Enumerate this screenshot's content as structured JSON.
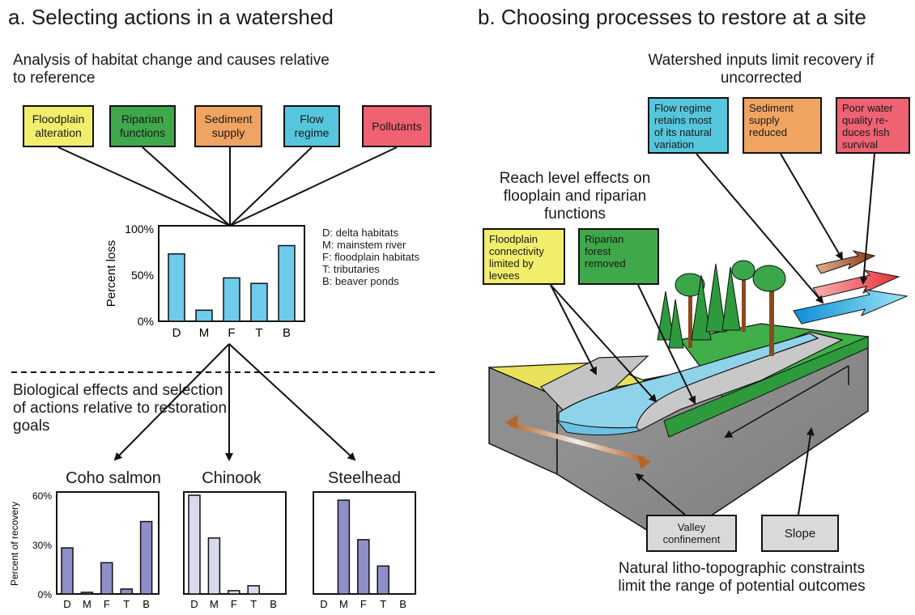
{
  "colors": {
    "floodplain": "#f0ee6a",
    "riparian": "#3fa84a",
    "sediment": "#f0a461",
    "flow": "#55c6dc",
    "pollutants": "#ee6272",
    "bar_top": "#6ecbeb",
    "bar_species": "#8e8ec8",
    "bar_species_light": "#d8d8ee",
    "neutral_box": "#d9d9d9"
  },
  "panel_a": {
    "title": "a.  Selecting actions in a watershed",
    "analysis_text": "Analysis of habitat change and causes relative to reference",
    "cause_boxes": [
      "Floodplain alteration",
      "Riparian functions",
      "Sediment supply",
      "Flow regime",
      "Pollutants"
    ],
    "legend": [
      "D: delta habitats",
      "M: mainstem river",
      "F: floodplain habitats",
      "T: tributaries",
      "B: beaver ponds"
    ],
    "biological_text": "Biological effects and selection of actions relative to restoration goals"
  },
  "panel_b": {
    "title": "b.  Choosing processes to restore at a site",
    "watershed_heading": "Watershed inputs limit recovery if uncorrected",
    "watershed_boxes": [
      "Flow regime retains most of its natural variation",
      "Sediment supply reduced",
      "Poor water quality re-duces fish survival"
    ],
    "reach_heading": "Reach level effects on flooplain and riparian functions",
    "reach_boxes": [
      "Floodplain connectivity limited by levees",
      "Riparian forest removed"
    ],
    "constraint_boxes": [
      "Valley confinement",
      "Slope"
    ],
    "bottom_text": "Natural litho-topographic constraints limit the range of potential outcomes"
  },
  "chart_data": [
    {
      "type": "bar",
      "title": "",
      "ylabel": "Percent loss",
      "categories": [
        "D",
        "M",
        "F",
        "T",
        "B"
      ],
      "values": [
        73,
        12,
        47,
        41,
        82
      ],
      "ylim": [
        0,
        100
      ],
      "ytick_labels": [
        "0%",
        "50%",
        "100%"
      ],
      "yticks": [
        0,
        50,
        100
      ]
    },
    {
      "type": "bar",
      "title": "Coho salmon",
      "ylabel": "Percent of recovery",
      "categories": [
        "D",
        "M",
        "F",
        "T",
        "B"
      ],
      "values": [
        28,
        1,
        19,
        3,
        44
      ],
      "ylim": [
        0,
        60
      ],
      "ytick_labels": [
        "0%",
        "30%",
        "60%"
      ],
      "yticks": [
        0,
        30,
        60
      ]
    },
    {
      "type": "bar",
      "title": "Chinook",
      "ylabel": "",
      "categories": [
        "D",
        "M",
        "F",
        "T",
        "B"
      ],
      "values": [
        63,
        34,
        2,
        5,
        0
      ],
      "ylim": [
        0,
        60
      ],
      "ytick_labels": [],
      "yticks": [],
      "light": true
    },
    {
      "type": "bar",
      "title": "Steelhead",
      "ylabel": "",
      "categories": [
        "D",
        "M",
        "F",
        "T",
        "B"
      ],
      "values": [
        0,
        57,
        33,
        17,
        0
      ],
      "ylim": [
        0,
        60
      ],
      "ytick_labels": [],
      "yticks": []
    }
  ]
}
